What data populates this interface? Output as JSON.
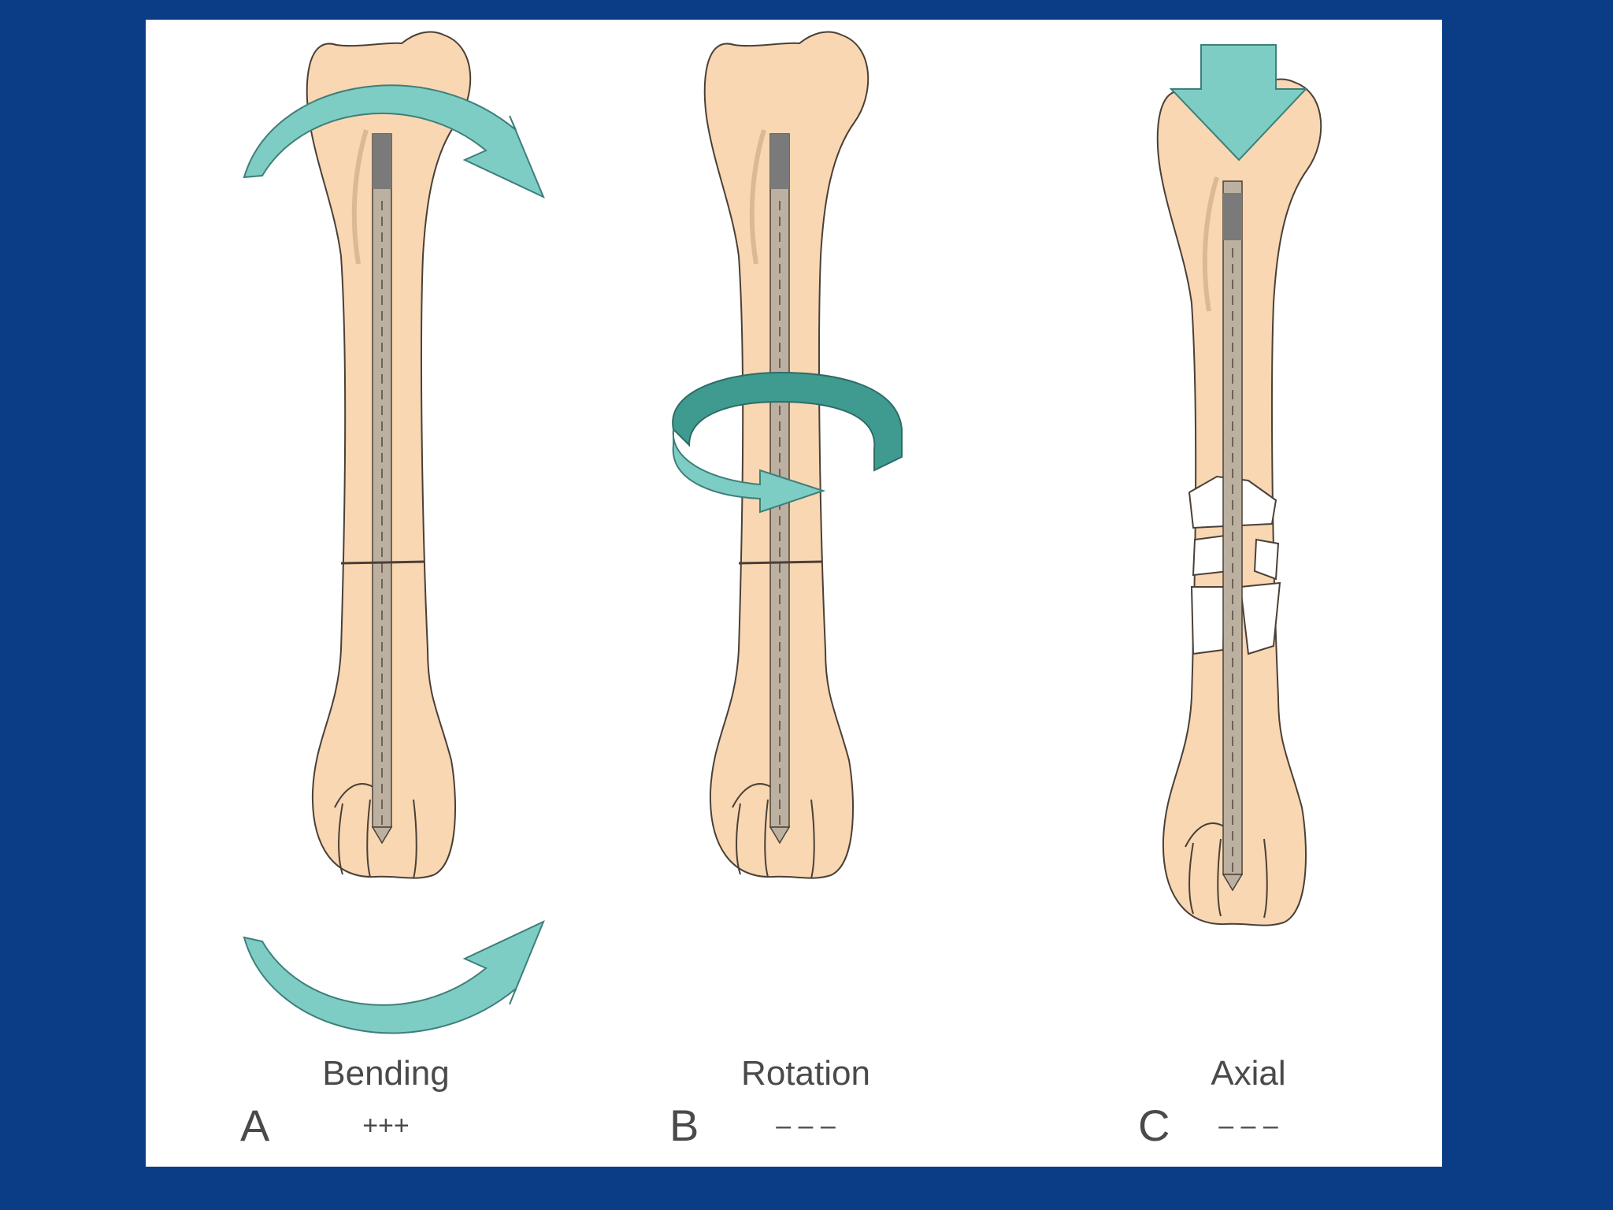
{
  "colors": {
    "background": "#0a3d86",
    "panel": "#ffffff",
    "bone_fill": "#f8d7b2",
    "bone_stroke": "#4a4038",
    "nail_fill": "#bcb0a0",
    "nail_cap": "#7a7a7a",
    "arrow_fill": "#7ecdc5",
    "arrow_stroke": "#3e7f7a"
  },
  "panels": [
    {
      "letter": "A",
      "title": "Bending",
      "rating": "+++"
    },
    {
      "letter": "B",
      "title": "Rotation",
      "rating": "– – –"
    },
    {
      "letter": "C",
      "title": "Axial",
      "rating": "– – –"
    }
  ],
  "icons": {
    "bending": "curved-arrow-icon",
    "rotation": "rotation-arrow-icon",
    "axial": "down-arrow-icon"
  }
}
